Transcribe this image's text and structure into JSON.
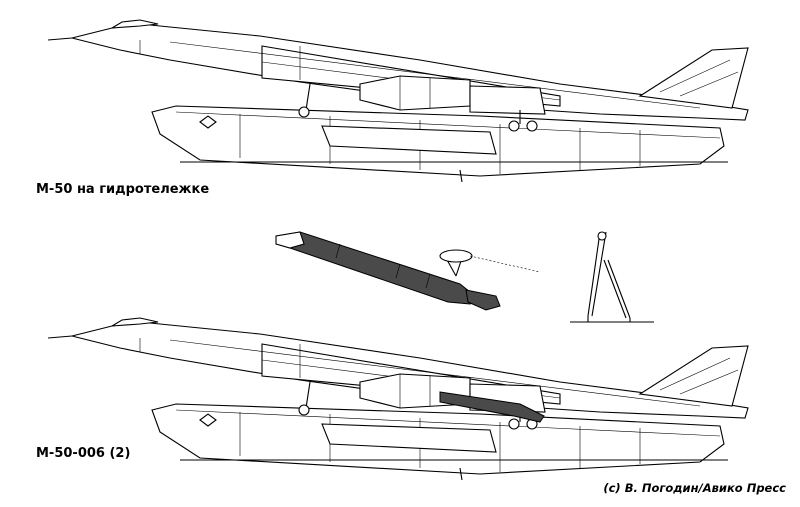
{
  "captions": {
    "top": "М-50 на гидротележке",
    "bottom": "М-50-006 (2)"
  },
  "credit": "(с) В. Погодин/Авико Пресс",
  "colors": {
    "line": "#000000",
    "background": "#ffffff",
    "payload_fill": "#4a4a4a"
  }
}
